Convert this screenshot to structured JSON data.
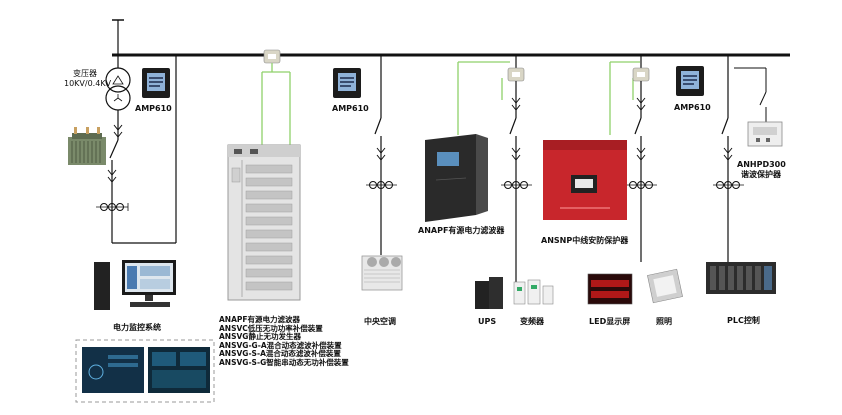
{
  "labels": {
    "transformer": "变压器",
    "transformer_rating": "10KV/0.4KV",
    "amp_meter_1": "AMP610",
    "amp_meter_2": "AMP610",
    "amp_meter_3": "AMP610",
    "anapf_filter": "ANAPF有源电力滤波器",
    "ansnp_protector": "ANSNP中线安防保护器",
    "anhpd_device": "ANHPD300",
    "anhpd_device_desc": "谐波保护器",
    "central_ac": "中央空调",
    "ups": "UPS",
    "inverter": "变频器",
    "led_screen": "LED显示屏",
    "lighting": "照明",
    "plc": "PLC控制",
    "power_monitor": "电力监控系统"
  },
  "cabinet_products": [
    "ANAPF有源电力滤波器",
    "ANSVC低压无功功率补偿装置",
    "ANSVG静止无功发生器",
    "ANSVG-G-A混合动态滤波补偿装置",
    "ANSVG-S-A混合动态滤波补偿装置",
    "ANSVG-S-G智能串动态无功补偿装置"
  ],
  "colors": {
    "wire": "#111111",
    "signal": "#8fd16a",
    "protector_red": "#c8262c",
    "cabinet": "#e4e4e4",
    "filter_dark": "#2a2a2a",
    "led_red": "#b01818"
  }
}
